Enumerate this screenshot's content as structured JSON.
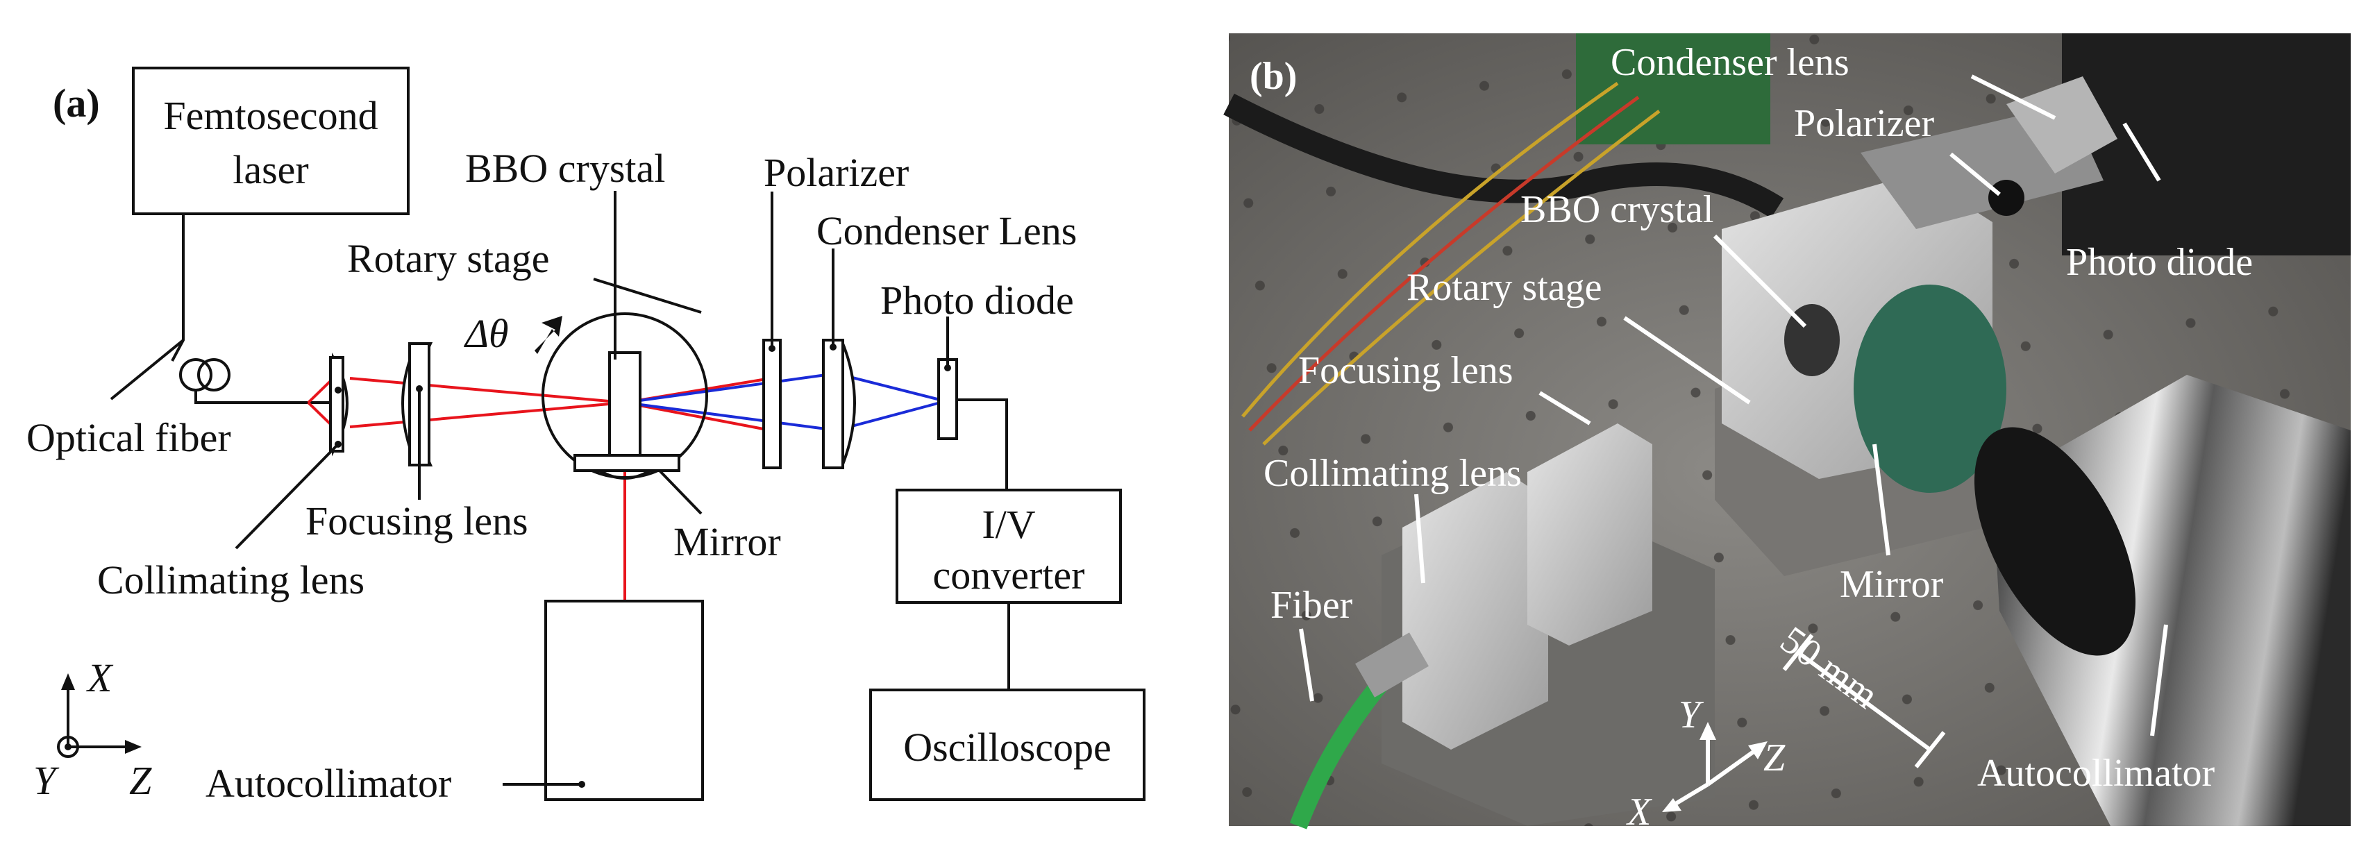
{
  "panel_a": {
    "tag": "(a)",
    "laser": [
      "Femtosecond",
      "laser"
    ],
    "optical_fiber": "Optical fiber",
    "collimating_lens": "Collimating lens",
    "focusing_lens": "Focusing lens",
    "rotary_stage": "Rotary stage",
    "bbo_crystal": "BBO crystal",
    "delta_theta": "Δθ",
    "mirror": "Mirror",
    "polarizer": "Polarizer",
    "condenser_lens": "Condenser Lens",
    "photo_diode": "Photo diode",
    "iv_converter": [
      "I/V",
      "converter"
    ],
    "oscilloscope": "Oscilloscope",
    "autocollimator": "Autocollimator",
    "axes": {
      "x": "X",
      "y": "Y",
      "z": "Z"
    }
  },
  "panel_b": {
    "tag": "(b)",
    "condenser_lens": "Condenser lens",
    "polarizer": "Polarizer",
    "bbo_crystal": "BBO crystal",
    "photo_diode": "Photo diode",
    "rotary_stage": "Rotary stage",
    "focusing_lens": "Focusing lens",
    "collimating_lens": "Collimating lens",
    "fiber": "Fiber",
    "mirror": "Mirror",
    "scale": "50 mm",
    "autocollimator": "Autocollimator",
    "axes": {
      "x": "X",
      "y": "Y",
      "z": "Z"
    }
  },
  "colors": {
    "fundamental_beam": "#e8141c",
    "second_harmonic_beam": "#1a2bd8",
    "fiber_jacket": "#2fa84a"
  }
}
